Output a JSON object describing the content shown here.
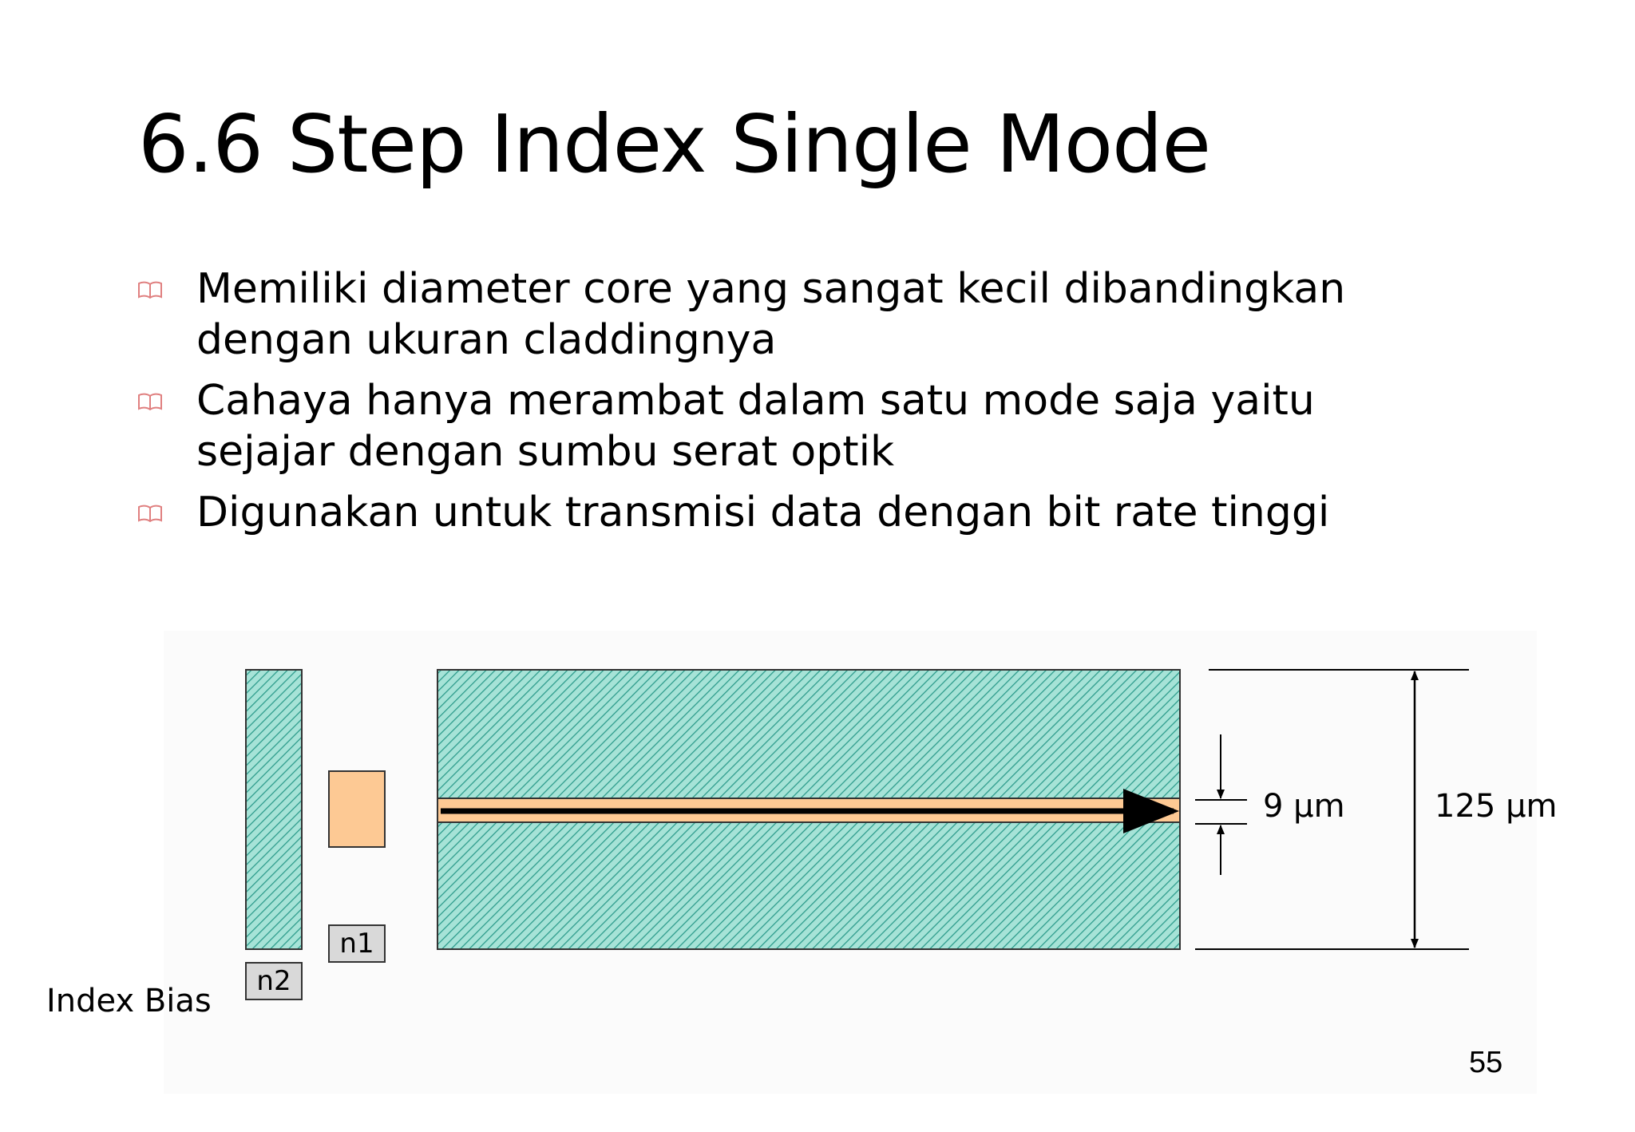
{
  "slide": {
    "title": "6.6 Step Index Single Mode",
    "bullets": [
      "Memiliki diameter core yang sangat kecil dibandingkan dengan ukuran claddingnya",
      "Cahaya hanya merambat dalam satu mode saja yaitu sejajar dengan sumbu serat optik",
      "Digunakan untuk transmisi data dengan bit rate tinggi"
    ],
    "bullet_icon": "book-icon",
    "page_number": "55"
  },
  "diagram": {
    "labels": {
      "index_bias": "Index Bias",
      "n1": "n1",
      "n2": "n2",
      "core_diameter": "9 µm",
      "cladding_diameter": "125 µm"
    },
    "colors": {
      "cladding_fill": "#a6e3d7",
      "cladding_hatch": "#2a9a8a",
      "core_fill": "#fdc994",
      "label_box": "#d9d9d9",
      "bullet_icon": "#e08080"
    }
  }
}
